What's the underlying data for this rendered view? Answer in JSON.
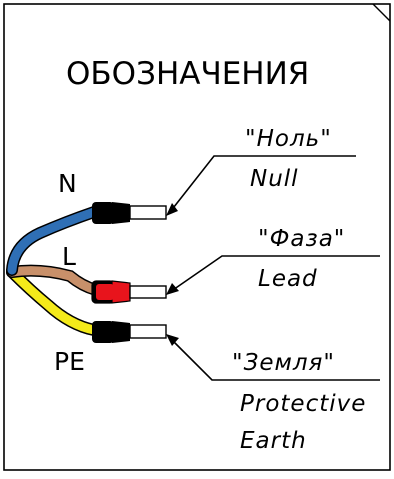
{
  "title": "ОБОЗНАЧЕНИЯ",
  "wires": [
    {
      "letter": "N",
      "label_ru": "\"Ноль\"",
      "label_en": [
        "Null"
      ],
      "wire_color": "#2f6fb5",
      "tip_color": "#000000"
    },
    {
      "letter": "L",
      "label_ru": "\"Фаза\"",
      "label_en": [
        "Lead"
      ],
      "wire_color": "#c8906a",
      "tip_color": "#e8141c"
    },
    {
      "letter": "PE",
      "label_ru": "\"Земля\"",
      "label_en": [
        "Protective",
        "Earth"
      ],
      "wire_color": "#f4ea1a",
      "tip_color": "#000000"
    }
  ],
  "colors": {
    "frame": "#000000",
    "background": "#ffffff",
    "outline": "#000000"
  }
}
